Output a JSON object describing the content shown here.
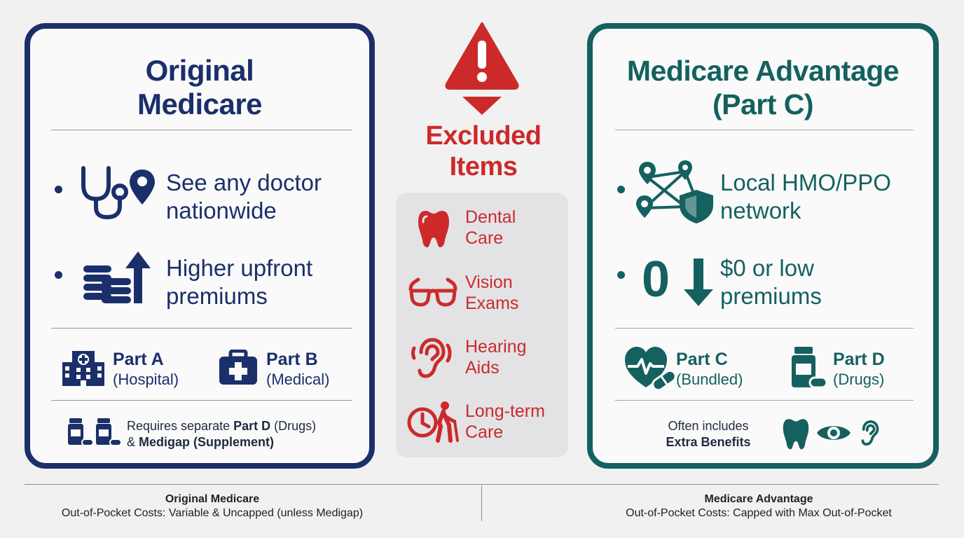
{
  "original": {
    "title_line1": "Original",
    "title_line2": "Medicare",
    "bullet1_line1": "See any doctor",
    "bullet1_line2": "nationwide",
    "bullet2_line1": "Higher upfront",
    "bullet2_line2": "premiums",
    "partA_name": "Part A",
    "partA_desc": "(Hospital)",
    "partB_name": "Part B",
    "partB_desc": "(Medical)",
    "note_prefix": "Requires separate ",
    "note_bold1": "Part D",
    "note_mid": " (Drugs)",
    "note_line2_prefix": "& ",
    "note_bold2": "Medigap (Supplement)"
  },
  "excluded": {
    "title_line1": "Excluded",
    "title_line2": "Items",
    "items": [
      {
        "line1": "Dental",
        "line2": "Care",
        "icon": "tooth-icon"
      },
      {
        "line1": "Vision",
        "line2": "Exams",
        "icon": "glasses-icon"
      },
      {
        "line1": "Hearing",
        "line2": "Aids",
        "icon": "ear-icon"
      },
      {
        "line1": "Long-term",
        "line2": "Care",
        "icon": "elderly-care-icon"
      }
    ]
  },
  "advantage": {
    "title_line1": "Medicare Advantage",
    "title_line2": "(Part C)",
    "bullet1_line1": "Local HMO/PPO",
    "bullet1_line2": "network",
    "bullet2_line1": "$0 or low",
    "bullet2_line2": "premiums",
    "partC_name": "Part C",
    "partC_desc": "(Bundled)",
    "partD_name": "Part D",
    "partD_desc": "(Drugs)",
    "extra_line1": "Often includes",
    "extra_line2": "Extra Benefits",
    "zero_glyph": "0"
  },
  "summary": {
    "left_title": "Original Medicare",
    "left_text": "Out-of-Pocket Costs: Variable & Uncapped (unless Medigap)",
    "right_title": "Medicare Advantage",
    "right_text": "Out-of-Pocket Costs: Capped with Max Out-of-Pocket"
  },
  "colors": {
    "navy": "#1b2f6a",
    "teal": "#14615f",
    "red": "#cc2a2a"
  }
}
